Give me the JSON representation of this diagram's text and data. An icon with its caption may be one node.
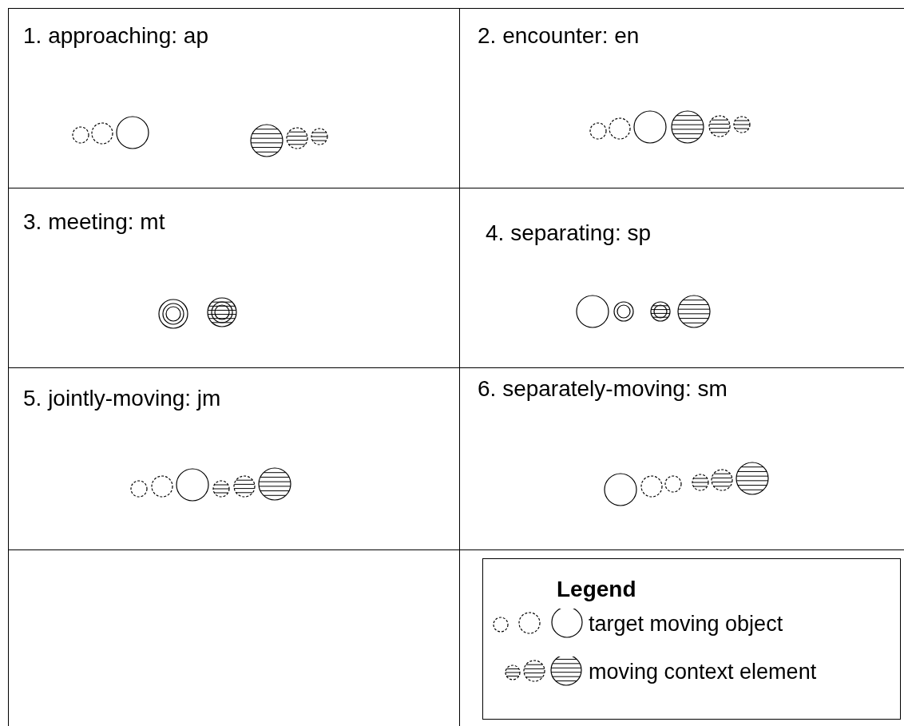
{
  "diagram": {
    "nodes": [
      {
        "text": [
          "1. approaching: ap"
        ]
      },
      {
        "text": [
          "2. encounter: en"
        ]
      },
      {
        "text": [
          "3. meeting: mt"
        ]
      },
      {
        "text": [
          "4. separating: sp"
        ]
      },
      {
        "text": [
          "5. jointly-moving: jm"
        ]
      },
      {
        "text": [
          "6. separately-moving: sm"
        ]
      }
    ],
    "labels": [
      "Legend"
    ],
    "legend": [
      {
        "text": "target moving object"
      },
      {
        "text": "moving context element"
      }
    ]
  }
}
